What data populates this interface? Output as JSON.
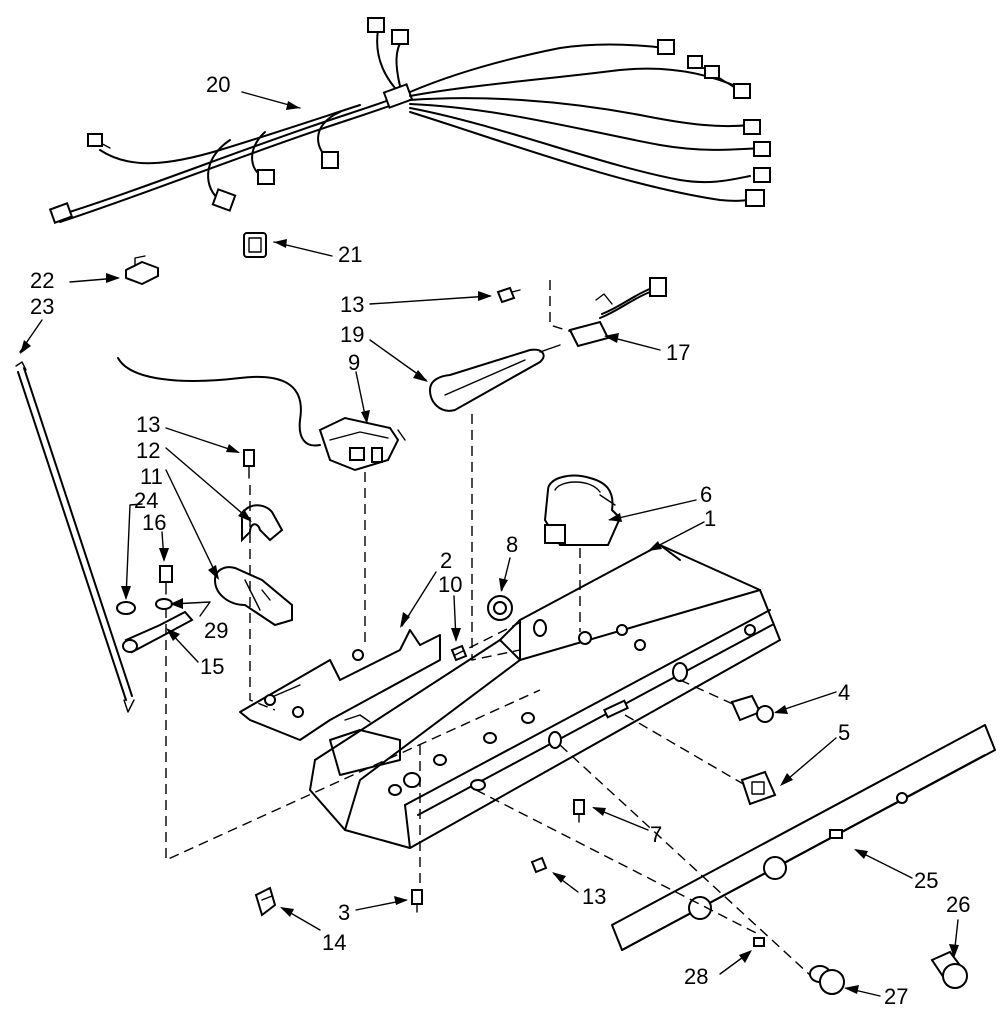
{
  "labels": {
    "p1": "1",
    "p2": "2",
    "p3": "3",
    "p4": "4",
    "p5": "5",
    "p6": "6",
    "p7": "7",
    "p8": "8",
    "p9": "9",
    "p10": "10",
    "p11": "11",
    "p12": "12",
    "p13a": "13",
    "p13b": "13",
    "p13c": "13",
    "p14": "14",
    "p15": "15",
    "p16": "16",
    "p17": "17",
    "p19": "19",
    "p20": "20",
    "p21": "21",
    "p22": "22",
    "p23": "23",
    "p24": "24",
    "p25": "25",
    "p26": "26",
    "p27": "27",
    "p28": "28",
    "p29": "29"
  }
}
